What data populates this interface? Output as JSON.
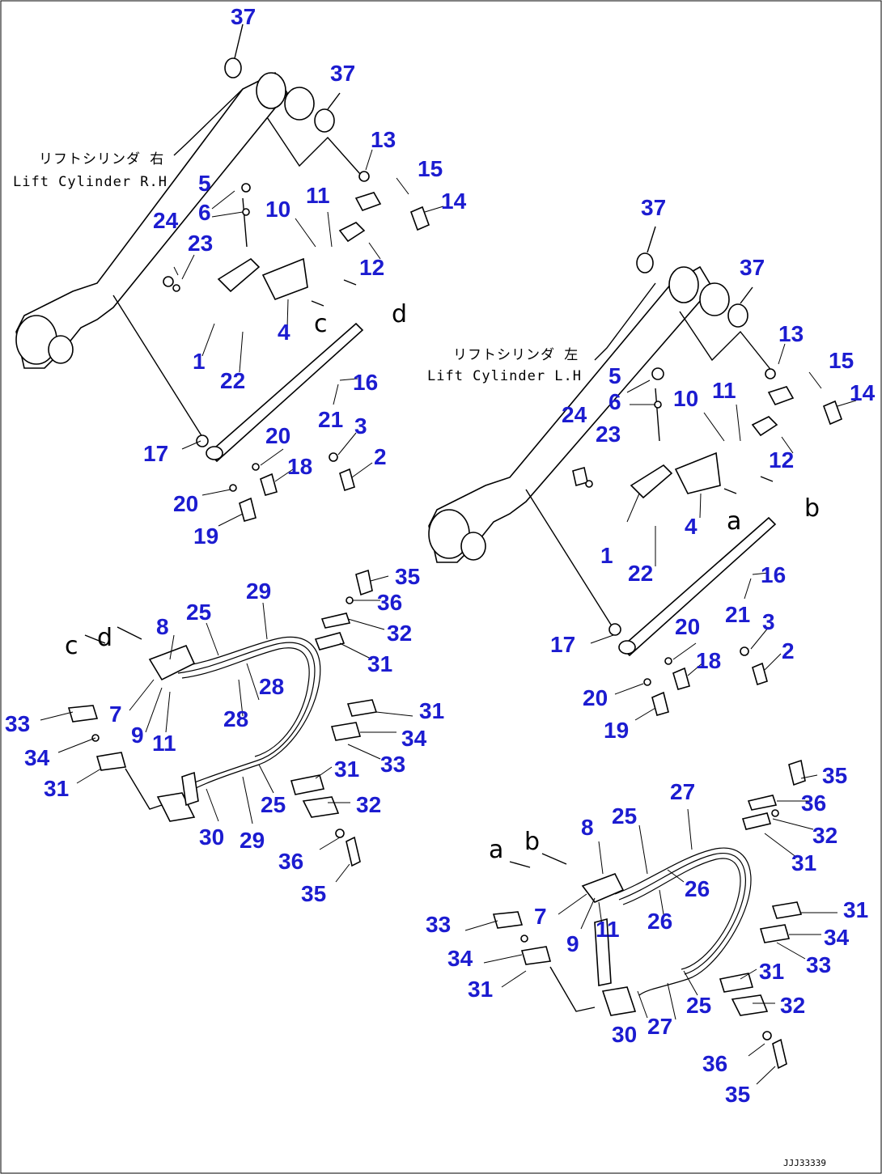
{
  "diagram": {
    "captions": {
      "rh_jp": "リフトシリンダ 右",
      "rh_en": "Lift Cylinder R.H",
      "lh_jp": "リフトシリンダ 左",
      "lh_en": "Lift Cylinder L.H"
    },
    "section_letters": [
      "c",
      "d",
      "a",
      "b"
    ],
    "drawing_code": "JJJ33339",
    "callout_numbers": [
      "1",
      "2",
      "3",
      "4",
      "5",
      "6",
      "7",
      "8",
      "9",
      "10",
      "11",
      "12",
      "13",
      "14",
      "15",
      "16",
      "17",
      "18",
      "19",
      "20",
      "21",
      "22",
      "23",
      "24",
      "25",
      "26",
      "27",
      "28",
      "29",
      "30",
      "31",
      "32",
      "33",
      "34",
      "35",
      "36",
      "37"
    ]
  }
}
